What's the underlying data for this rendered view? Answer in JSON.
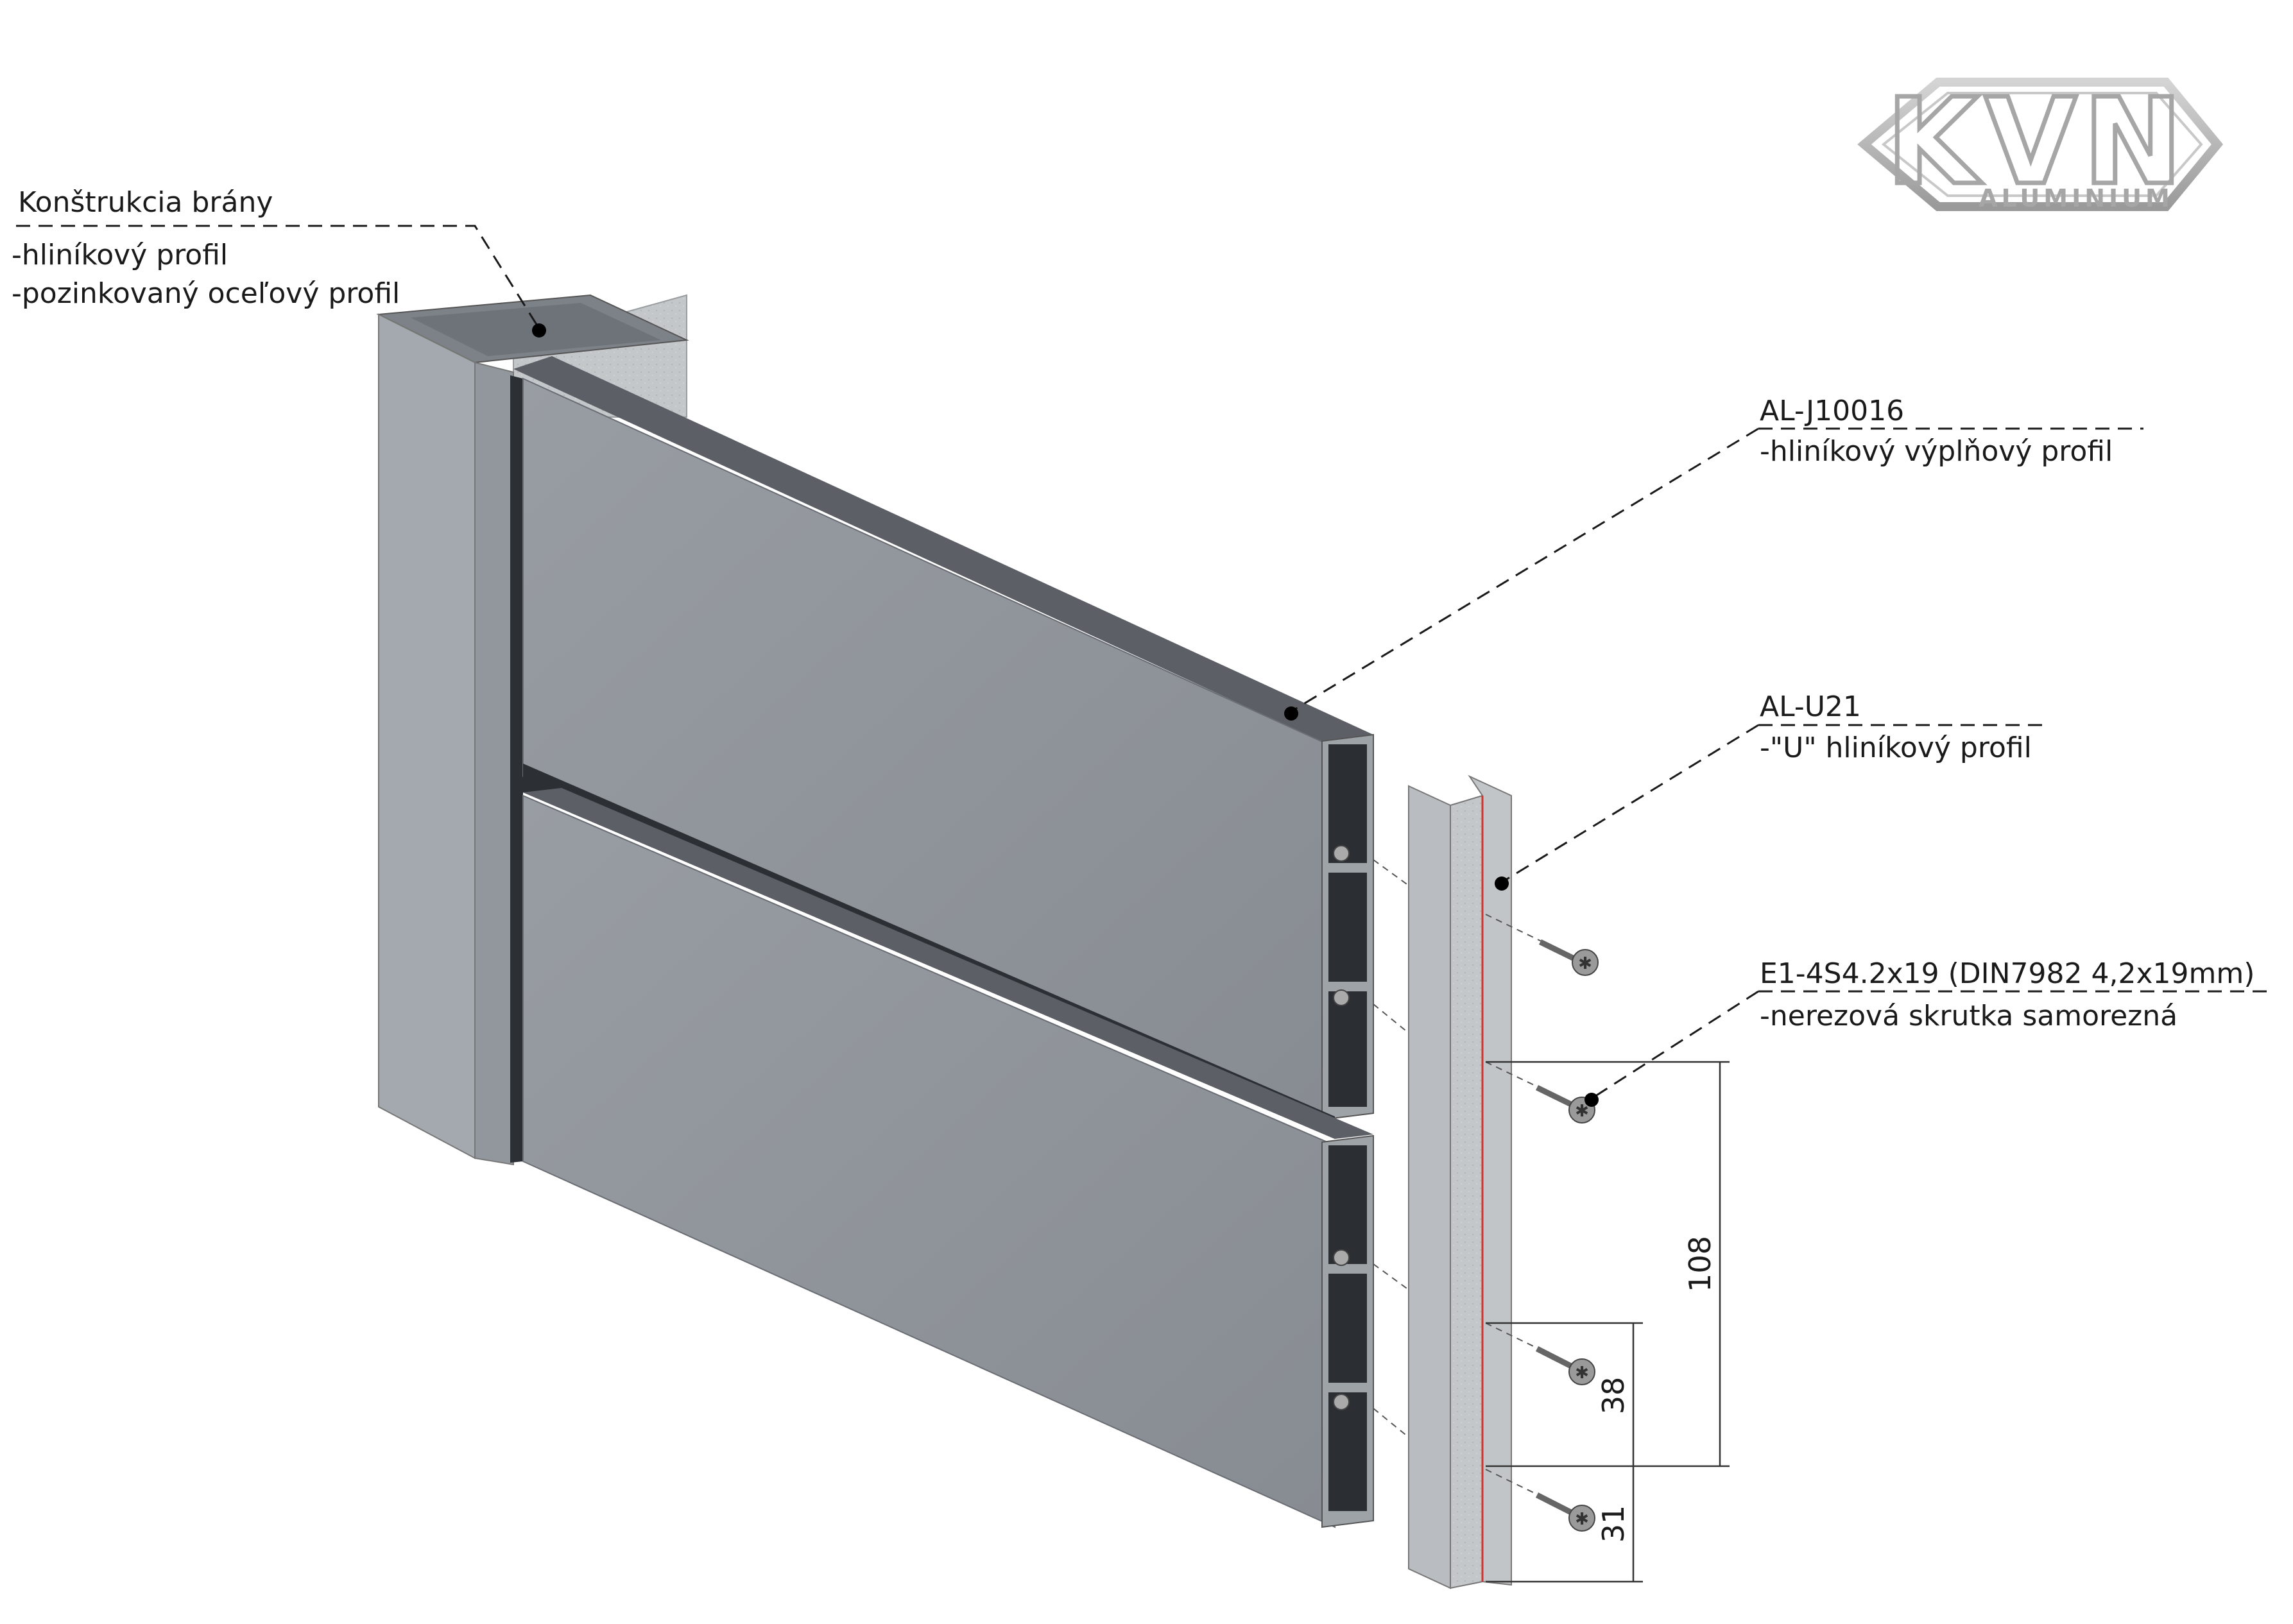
{
  "logo": {
    "text": "KVN",
    "subtext": "ALUMINIUM",
    "color": "#b0b0b0"
  },
  "callouts": [
    {
      "title": "Konštrukcia brány",
      "lines": [
        "-hliníkový profil",
        "-pozinkovaný oceľový profil"
      ]
    },
    {
      "title": "AL-J10016",
      "lines": [
        "-hliníkový výplňový profil"
      ]
    },
    {
      "title": "AL-U21",
      "lines": [
        "-\"U\" hliníkový profil"
      ]
    },
    {
      "title": "E1-4S4.2x19 (DIN7982 4,2x19mm)",
      "lines": [
        "-nerezová skrutka samorezná"
      ]
    }
  ],
  "dimensions": {
    "d108": "108",
    "d38": "38",
    "d31": "31"
  },
  "colors": {
    "panel_face": "#8e9399",
    "panel_top": "#5c6066",
    "post_face": "#a3a8ae",
    "post_side": "#8f949a",
    "cavity": "#2b2e33",
    "galvanized": "#c6c9cc",
    "accent_line": "#d0342c"
  }
}
